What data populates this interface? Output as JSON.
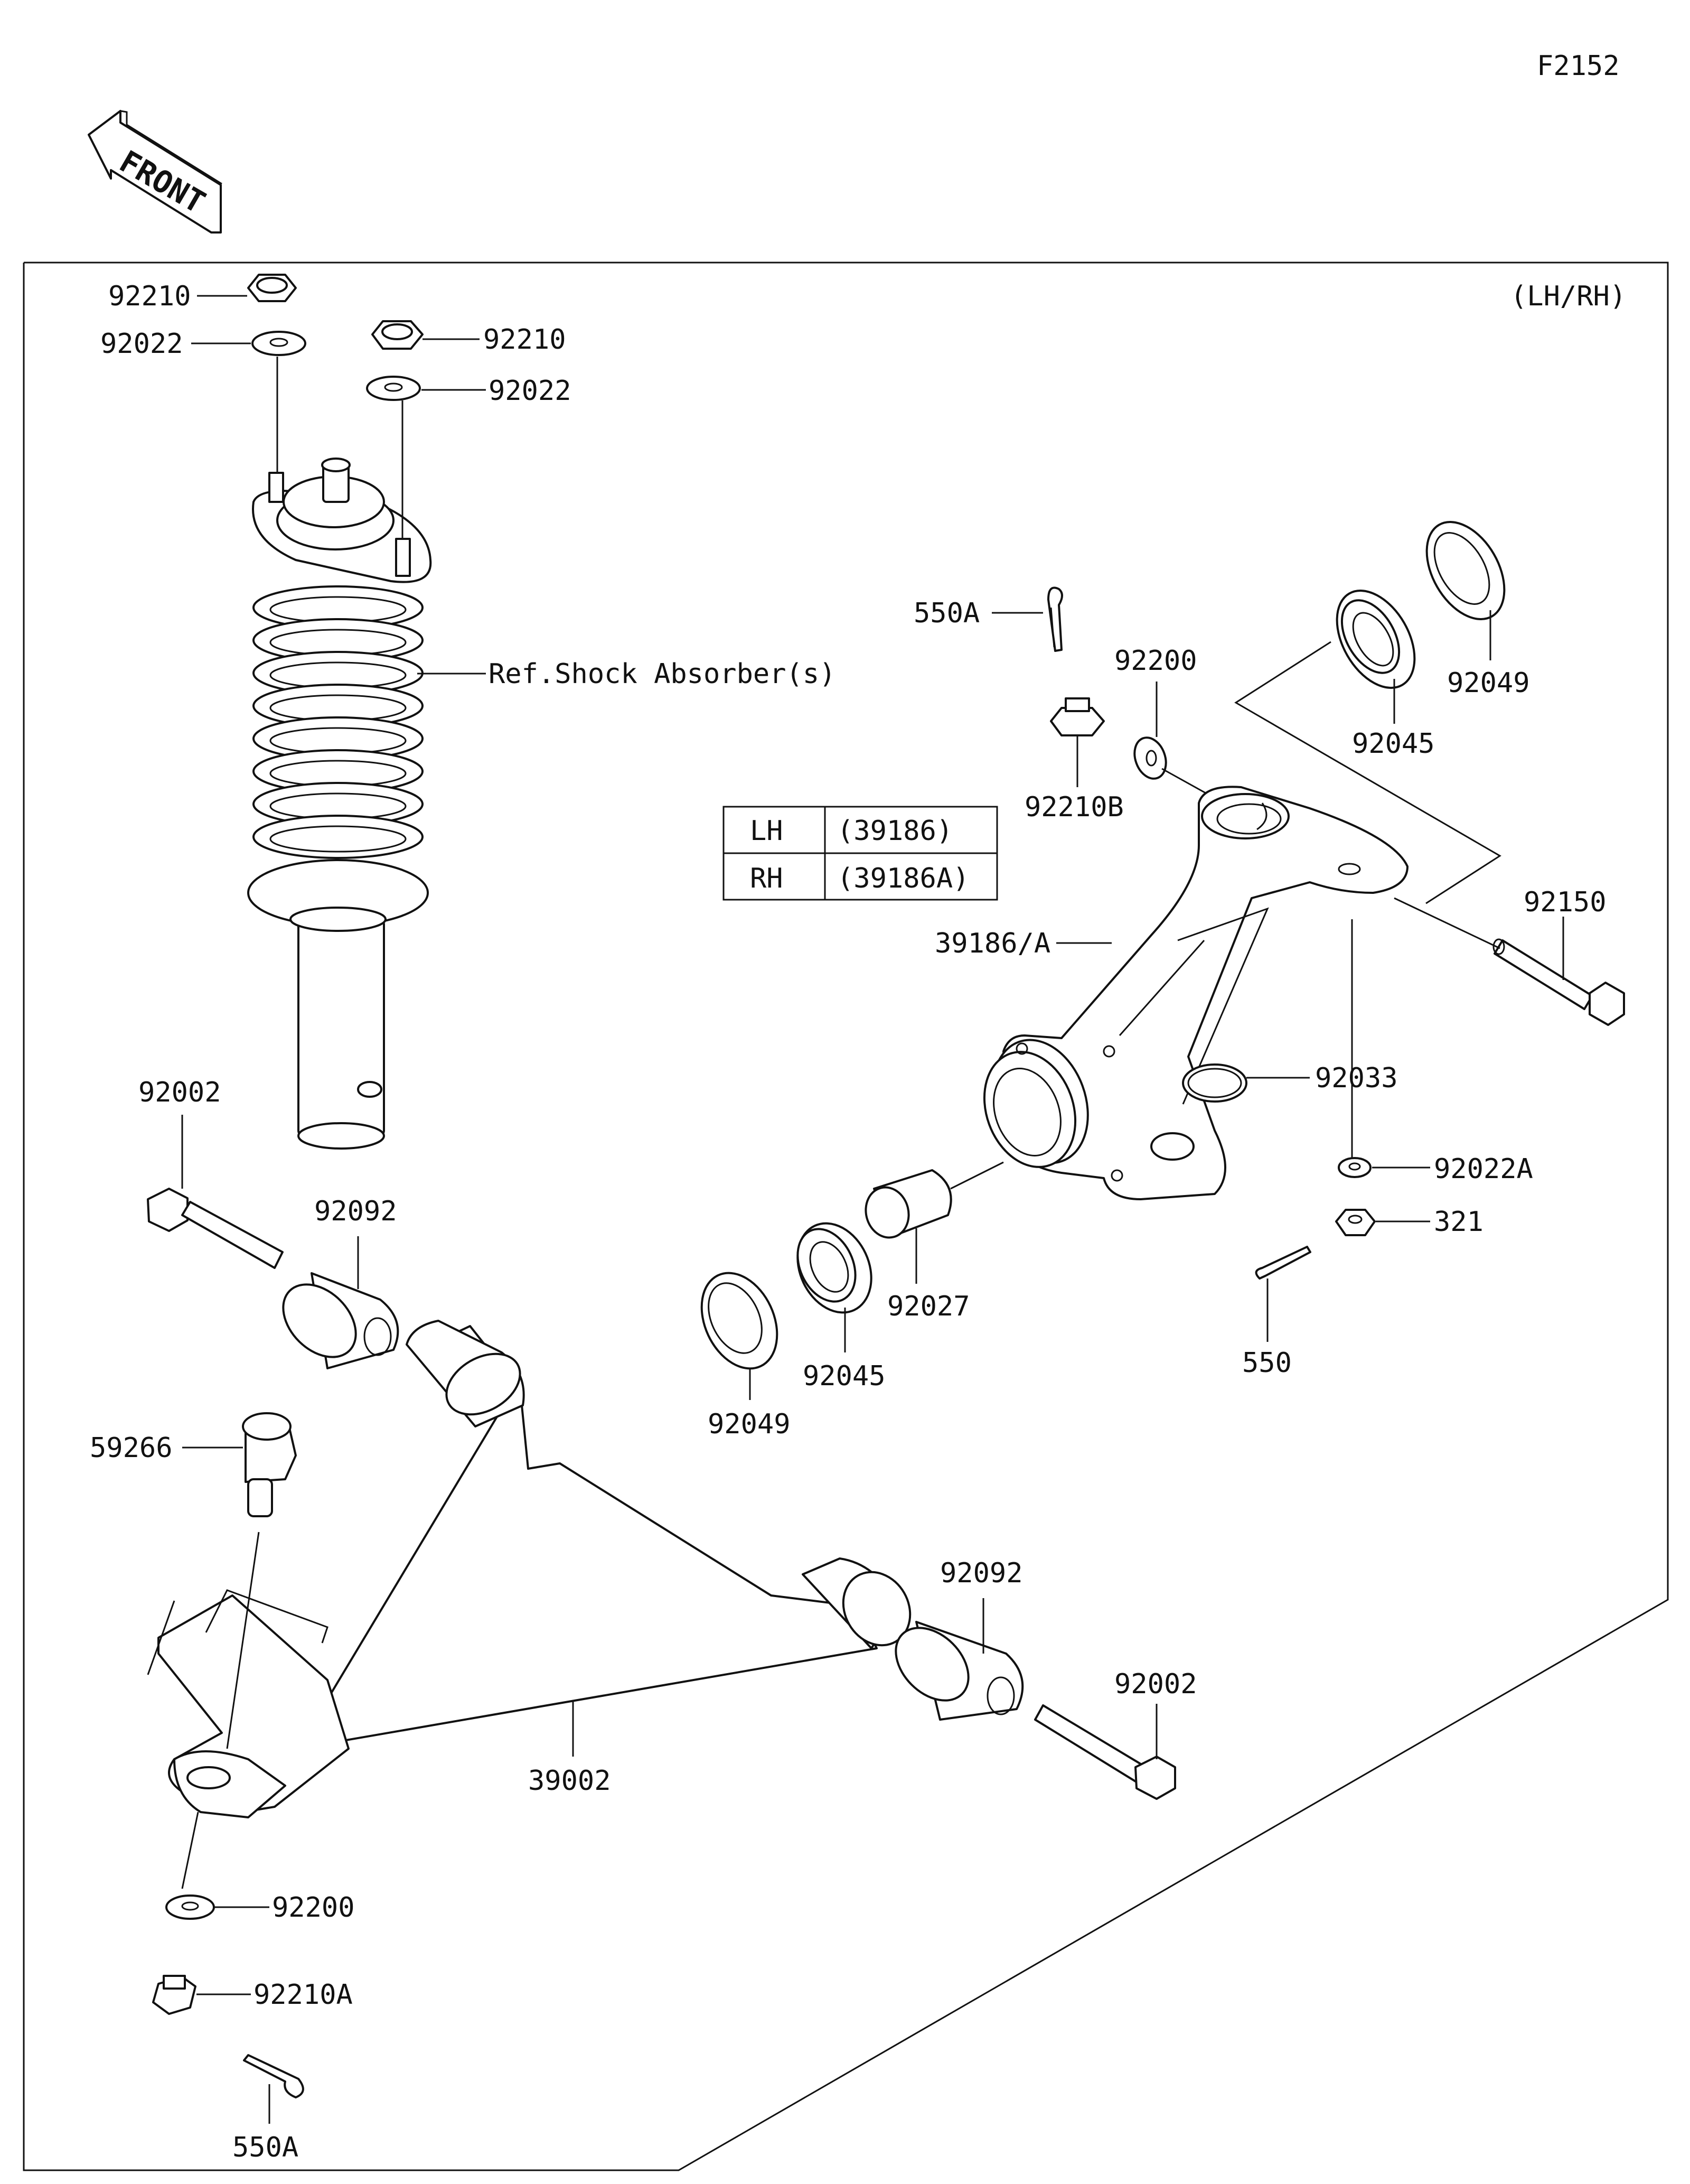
{
  "figure_code": "F2152",
  "front_label": "FRONT",
  "variant_note": "(LH/RH)",
  "ref_label": "Ref.Shock Absorber(s)",
  "lhrh_table": {
    "rows": [
      {
        "side": "LH",
        "part": "(39186)"
      },
      {
        "side": "RH",
        "part": "(39186A)"
      }
    ]
  },
  "callouts": {
    "nut_top_left": "92210",
    "washer_top_left": "92022",
    "nut_top_right": "92210",
    "washer_top_right": "92022",
    "cotter_pin_upper": "550A",
    "washer_knuckle": "92200",
    "castle_nut_knuckle": "92210B",
    "bearing_upper": "92045",
    "seal_upper": "92049",
    "knuckle": "39186/A",
    "bolt_knuckle": "92150",
    "circlip": "92033",
    "washer_lower_knuckle": "92022A",
    "nut_lower_knuckle": "321",
    "cotter_pin_lower": "550",
    "bolt_left": "92002",
    "bushing_left": "92092",
    "spacer": "92027",
    "bearing_lower": "92045",
    "seal_lower": "92049",
    "ball_joint": "59266",
    "bushing_right": "92092",
    "bolt_right": "92002",
    "a_arm": "39002",
    "washer_arm": "92200",
    "castle_nut_arm": "92210A",
    "cotter_pin_arm": "550A"
  }
}
